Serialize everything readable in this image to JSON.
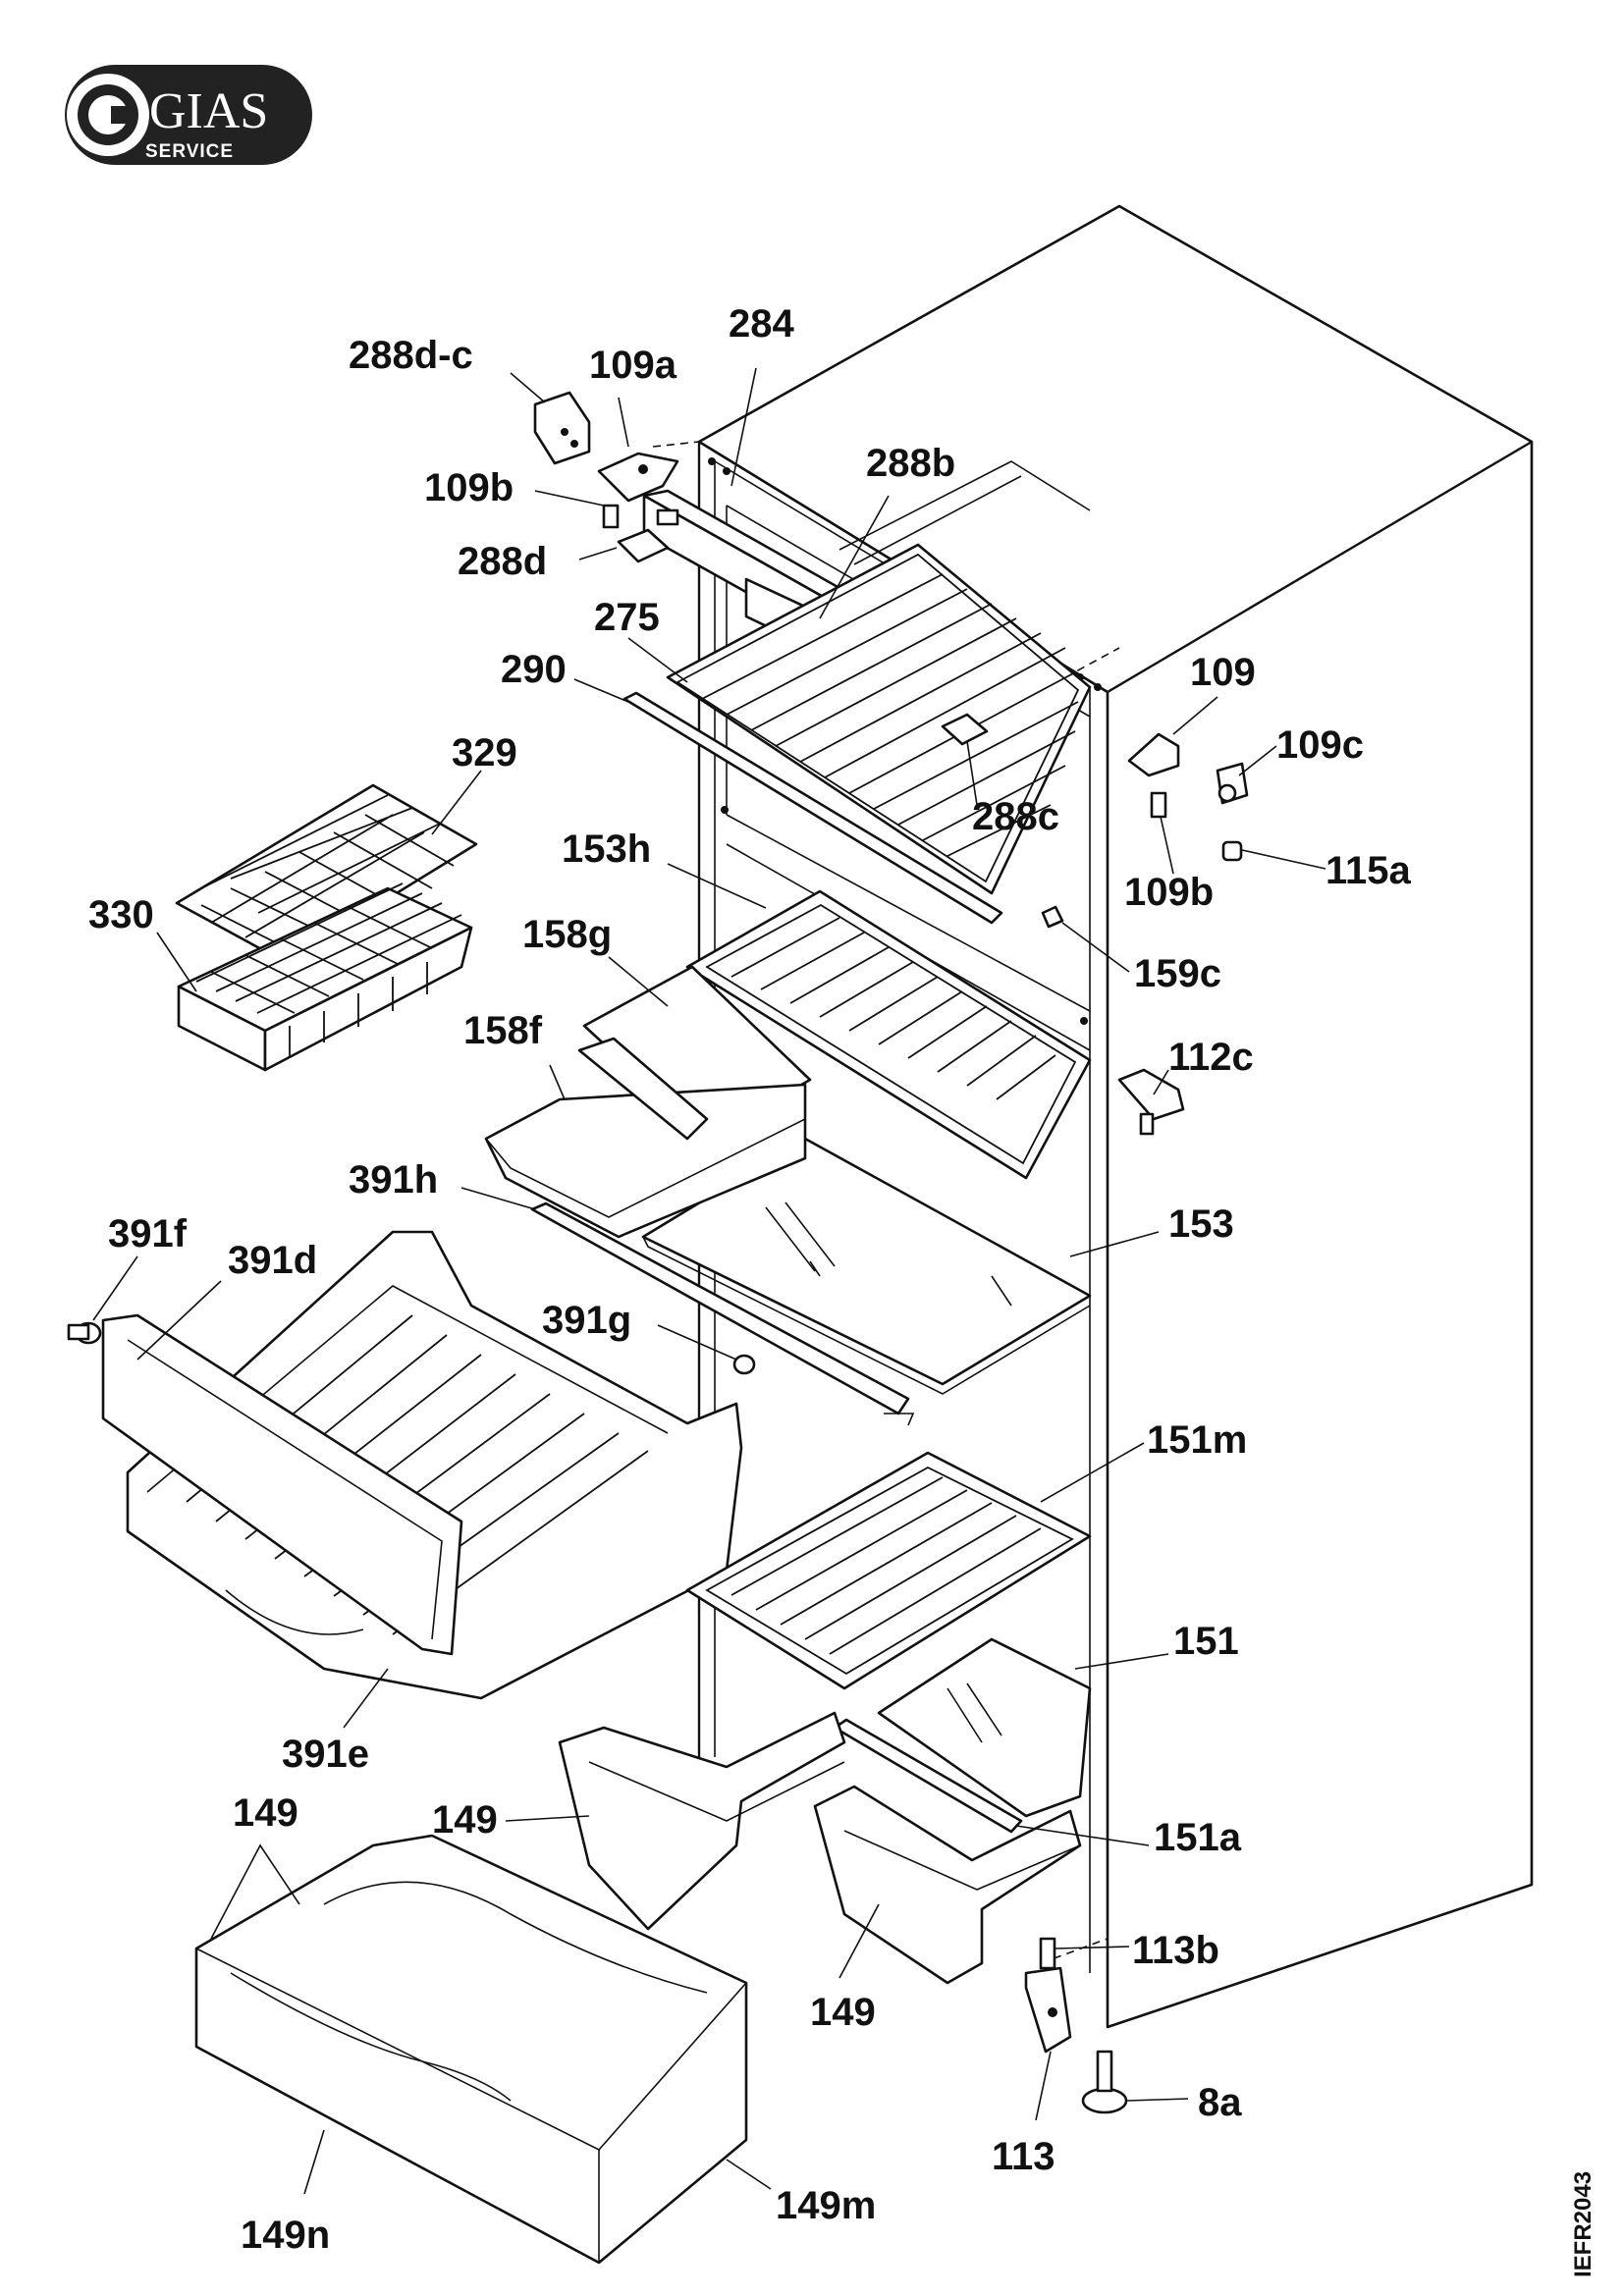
{
  "logo": {
    "main": "GIAS",
    "sub": "SERVICE"
  },
  "drawing_ref": "IEFR2043",
  "labels": {
    "l288dc": "288d-c",
    "l109a": "109a",
    "l284": "284",
    "l288b": "288b",
    "l109b_top": "109b",
    "l288d": "288d",
    "l275": "275",
    "l290": "290",
    "l109": "109",
    "l109c": "109c",
    "l329": "329",
    "l288c": "288c",
    "l115a": "115a",
    "l109b_right": "109b",
    "l153h": "153h",
    "l330": "330",
    "l158g": "158g",
    "l159c": "159c",
    "l158f": "158f",
    "l112c": "112c",
    "l391h": "391h",
    "l153": "153",
    "l391f": "391f",
    "l391d": "391d",
    "l391g": "391g",
    "l151m": "151m",
    "l151": "151",
    "l391e": "391e",
    "l149_a": "149",
    "l149_b": "149",
    "l151a": "151a",
    "l113b": "113b",
    "l149_c": "149",
    "l8a": "8a",
    "l113": "113",
    "l149m": "149m",
    "l149n": "149n"
  }
}
